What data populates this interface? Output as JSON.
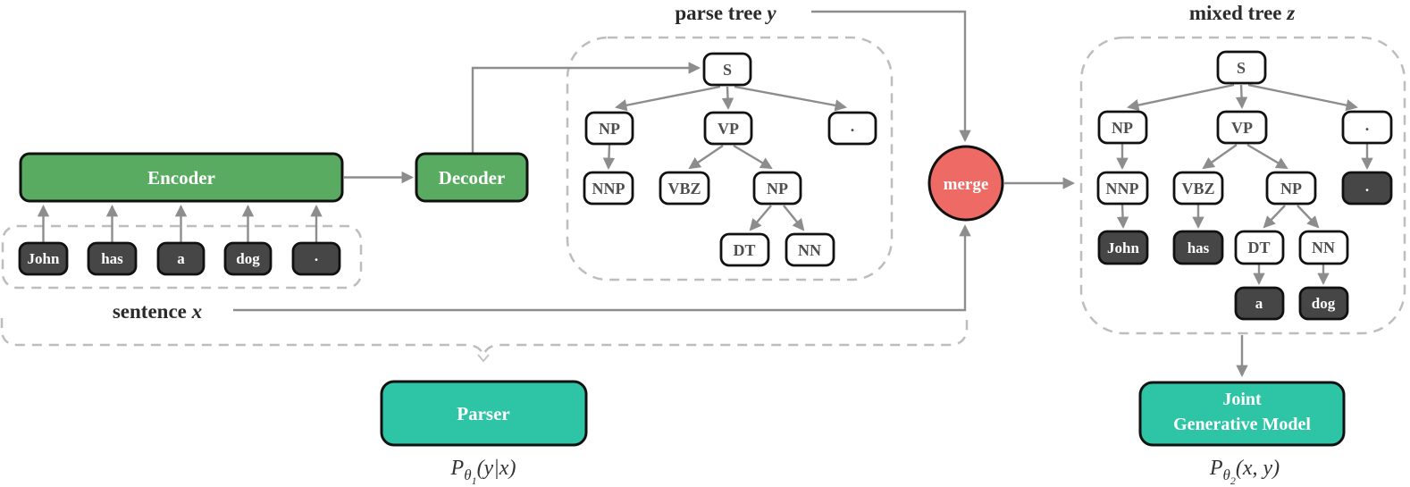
{
  "figure": {
    "captions": {
      "parse_tree_prefix": "parse tree ",
      "parse_tree_var": "y",
      "mixed_tree_prefix": "mixed tree ",
      "mixed_tree_var": "z",
      "sentence_prefix": "sentence ",
      "sentence_var": "x"
    },
    "blocks": {
      "encoder": "Encoder",
      "decoder": "Decoder",
      "merge": "merge",
      "parser": "Parser",
      "joint_line1": "Joint",
      "joint_line2": "Generative Model"
    },
    "tokens": [
      "John",
      "has",
      "a",
      "dog",
      "."
    ],
    "parse_tree": {
      "s": "S",
      "np": "NP",
      "vp": "VP",
      "punct": ".",
      "nnp": "NNP",
      "vbz": "VBZ",
      "np2": "NP",
      "dt": "DT",
      "nn": "NN"
    },
    "mixed_tree": {
      "s": "S",
      "np": "NP",
      "vp": "VP",
      "punct": ".",
      "nnp": "NNP",
      "vbz": "VBZ",
      "np2": "NP",
      "punct_term": ".",
      "john": "John",
      "has": "has",
      "dt": "DT",
      "nn": "NN",
      "a": "a",
      "dog": "dog"
    },
    "formulas": {
      "parser_p": "P",
      "parser_theta": "θ",
      "parser_sub": "1",
      "parser_args": "(y|x)",
      "joint_p": "P",
      "joint_theta": "θ",
      "joint_sub": "2",
      "joint_args": "(x, y)"
    },
    "colors": {
      "green": "#5aab62",
      "teal": "#2ec4a6",
      "red": "#ee6a65",
      "dark_token": "#464646"
    }
  }
}
